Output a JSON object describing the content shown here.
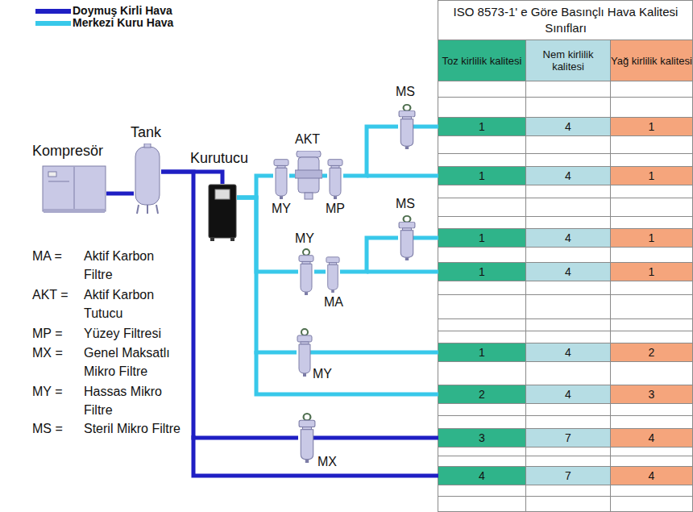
{
  "diagram": {
    "nodes": [
      {
        "text": [
          "Kompresör"
        ]
      },
      {
        "text": [
          "Tank"
        ]
      },
      {
        "text": [
          "Kurutucu"
        ]
      },
      {
        "text": [
          "MS"
        ]
      },
      {
        "text": [
          "AKT"
        ]
      },
      {
        "text": [
          "MY"
        ]
      },
      {
        "text": [
          "MP"
        ]
      },
      {
        "text": [
          "MS"
        ]
      },
      {
        "text": [
          "MY"
        ]
      },
      {
        "text": [
          "MA"
        ]
      },
      {
        "text": [
          "MY"
        ]
      },
      {
        "text": [
          "MX"
        ]
      }
    ],
    "edges": [
      {
        "from": 0,
        "to": 1,
        "arrow": "none"
      },
      {
        "from": 1,
        "to": 2,
        "arrow": "none"
      },
      {
        "from": 2,
        "to": 5,
        "arrow": "none"
      },
      {
        "from": 5,
        "to": 4,
        "arrow": "none"
      },
      {
        "from": 4,
        "to": 6,
        "arrow": "none"
      },
      {
        "from": 6,
        "to": 3,
        "arrow": "none"
      },
      {
        "from": 2,
        "to": 8,
        "arrow": "none"
      },
      {
        "from": 8,
        "to": 9,
        "arrow": "none"
      },
      {
        "from": 9,
        "to": 7,
        "arrow": "none"
      },
      {
        "from": 2,
        "to": 10,
        "arrow": "none"
      },
      {
        "from": 1,
        "to": 11,
        "arrow": "none"
      }
    ],
    "labels": [
      "ISO 8573-1' e Göre Basınçlı Hava Kalitesi Sınıfları",
      "Toz kirlilik kalitesi",
      "Nem kirlilik kalitesi",
      "Yağ kirlilik kalitesi",
      "1",
      "4",
      "1",
      "1",
      "4",
      "1",
      "1",
      "4",
      "1",
      "1",
      "4",
      "1",
      "1",
      "4",
      "2",
      "2",
      "4",
      "3",
      "3",
      "7",
      "4",
      "4",
      "7",
      "4",
      "MA =",
      "Aktif Karbon Filtre",
      "AKT =",
      "Aktif Karbon Tutucu",
      "MP =",
      "Yüzey Filtresi",
      "MX =",
      "Genel Maksatlı Mikro Filtre",
      "MY =",
      "Hassas Mikro Filtre",
      "MS =",
      "Steril Mikro Filtre"
    ],
    "legend": [
      {
        "text": "Doymuş Kirli Hava",
        "color": "#1f1fc4"
      },
      {
        "text": "Merkezi Kuru Hava",
        "color": "#38c8ea"
      }
    ]
  }
}
